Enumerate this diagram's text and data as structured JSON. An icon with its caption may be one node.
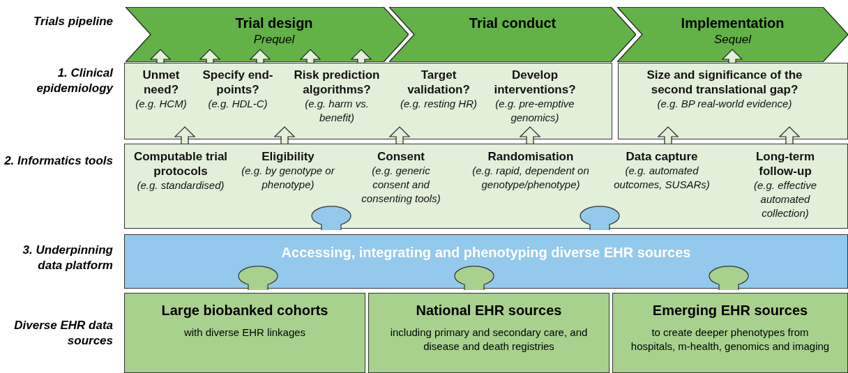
{
  "diagram": {
    "nodes": [
      {
        "text": [
          "Trial design",
          "Prequel"
        ]
      },
      {
        "text": [
          "Trial conduct"
        ]
      },
      {
        "text": [
          "Implementation",
          "Sequel"
        ]
      },
      {
        "text": [
          "Unmet need?",
          "(e.g. HCM)",
          "Specify end-points?",
          "(e.g. HDL-C)",
          "Risk prediction algorithms?",
          "(e.g. harm vs. benefit)",
          "Target validation?",
          "(e.g. resting HR)",
          "Develop interventions?",
          "(e.g. pre-emptive genomics)"
        ]
      },
      {
        "text": [
          "Size and significance of the second translational gap?",
          "(e.g. BP real-world evidence)"
        ]
      },
      {
        "text": [
          "Computable trial protocols",
          "(e.g. standardised)",
          "Eligibility",
          "(e.g. by genotype or phenotype)",
          "Consent",
          "(e.g. generic consent and consenting tools)",
          "Randomisation",
          "(e.g. rapid, dependent on genotype/phenotype)",
          "Data capture",
          "(e.g. automated outcomes, SUSARs)",
          "Long-term follow-up",
          "(e.g. effective automated collection)"
        ]
      },
      {
        "text": [
          "Accessing, integrating and phenotyping diverse EHR sources"
        ]
      },
      {
        "text": [
          "Large biobanked cohorts",
          "with diverse EHR linkages"
        ]
      },
      {
        "text": [
          "National EHR sources",
          "including primary and secondary care, and disease and death registries"
        ]
      },
      {
        "text": [
          "Emerging EHR sources",
          "to create deeper phenotypes from hospitals, m-health, genomics and imaging"
        ]
      }
    ],
    "edges": [
      {
        "from": 3,
        "to": 0,
        "arrow": "to"
      },
      {
        "from": 3,
        "to": 0,
        "arrow": "to"
      },
      {
        "from": 3,
        "to": 0,
        "arrow": "to"
      },
      {
        "from": 3,
        "to": 0,
        "arrow": "to"
      },
      {
        "from": 3,
        "to": 0,
        "arrow": "to"
      },
      {
        "from": 4,
        "to": 2,
        "arrow": "to"
      },
      {
        "from": 5,
        "to": 3,
        "arrow": "to"
      },
      {
        "from": 5,
        "to": 3,
        "arrow": "to"
      },
      {
        "from": 5,
        "to": 3,
        "arrow": "to"
      },
      {
        "from": 5,
        "to": 3,
        "arrow": "to"
      },
      {
        "from": 5,
        "to": 4,
        "arrow": "to"
      },
      {
        "from": 5,
        "to": 4,
        "arrow": "to"
      }
    ],
    "labels": [
      "Trials pipeline",
      "1. Clinical epidemiology",
      "2. Informatics tools",
      "3. Underpinning data platform",
      "Diverse EHR data sources"
    ]
  }
}
